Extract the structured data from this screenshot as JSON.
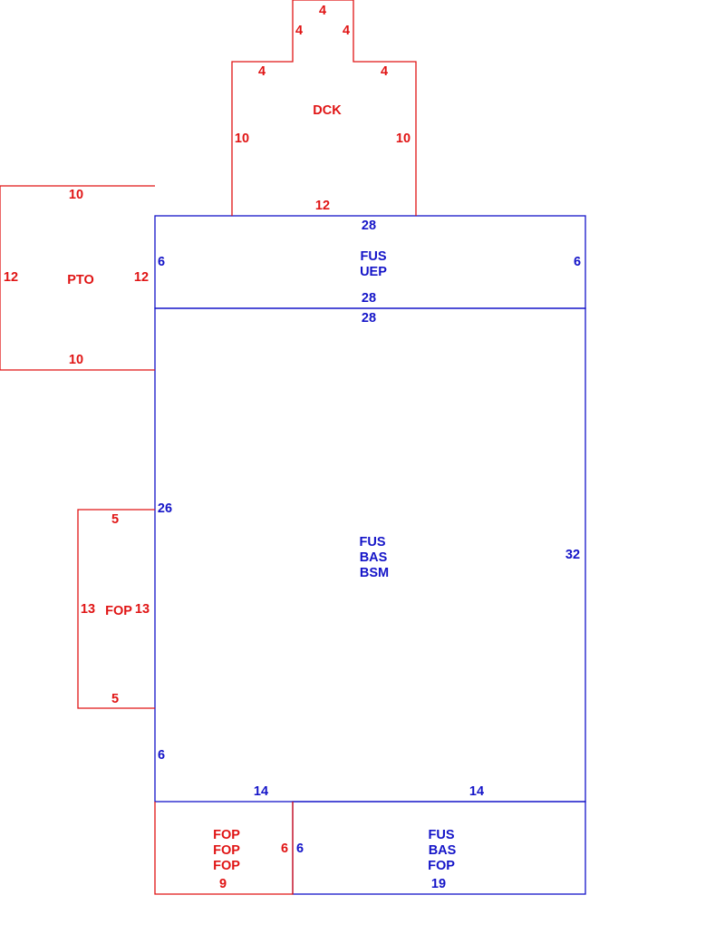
{
  "colors": {
    "primary": "#1414c8",
    "secondary": "#e01414",
    "background": "#ffffff"
  },
  "areas": {
    "dck": {
      "codes": [
        "DCK"
      ],
      "dims": {
        "top": "4",
        "neck_left": "4",
        "neck_right": "4",
        "shoulder_left": "4",
        "shoulder_right": "4",
        "left": "10",
        "right": "10",
        "bottom": "12"
      }
    },
    "pto": {
      "codes": [
        "PTO"
      ],
      "dims": {
        "top": "10",
        "left": "12",
        "right": "12",
        "bottom": "10"
      }
    },
    "uep": {
      "codes": [
        "FUS",
        "UEP"
      ],
      "dims": {
        "top": "28",
        "left": "6",
        "right": "6",
        "bottom": "28"
      }
    },
    "bsm": {
      "codes": [
        "FUS",
        "BAS",
        "BSM"
      ],
      "dims": {
        "top": "28",
        "left_upper": "26",
        "right": "32",
        "left_lower": "6",
        "bottom_left": "14",
        "bottom_right": "14"
      }
    },
    "fop_side": {
      "codes": [
        "FOP"
      ],
      "dims": {
        "top": "5",
        "left": "13",
        "right": "13",
        "bottom": "5"
      }
    },
    "fop_bottom_left": {
      "codes": [
        "FOP",
        "FOP",
        "FOP"
      ],
      "dims": {
        "right": "6",
        "bottom": "9"
      }
    },
    "bas_fop": {
      "codes": [
        "FUS",
        "BAS",
        "FOP"
      ],
      "dims": {
        "left": "6",
        "bottom": "19"
      }
    }
  }
}
